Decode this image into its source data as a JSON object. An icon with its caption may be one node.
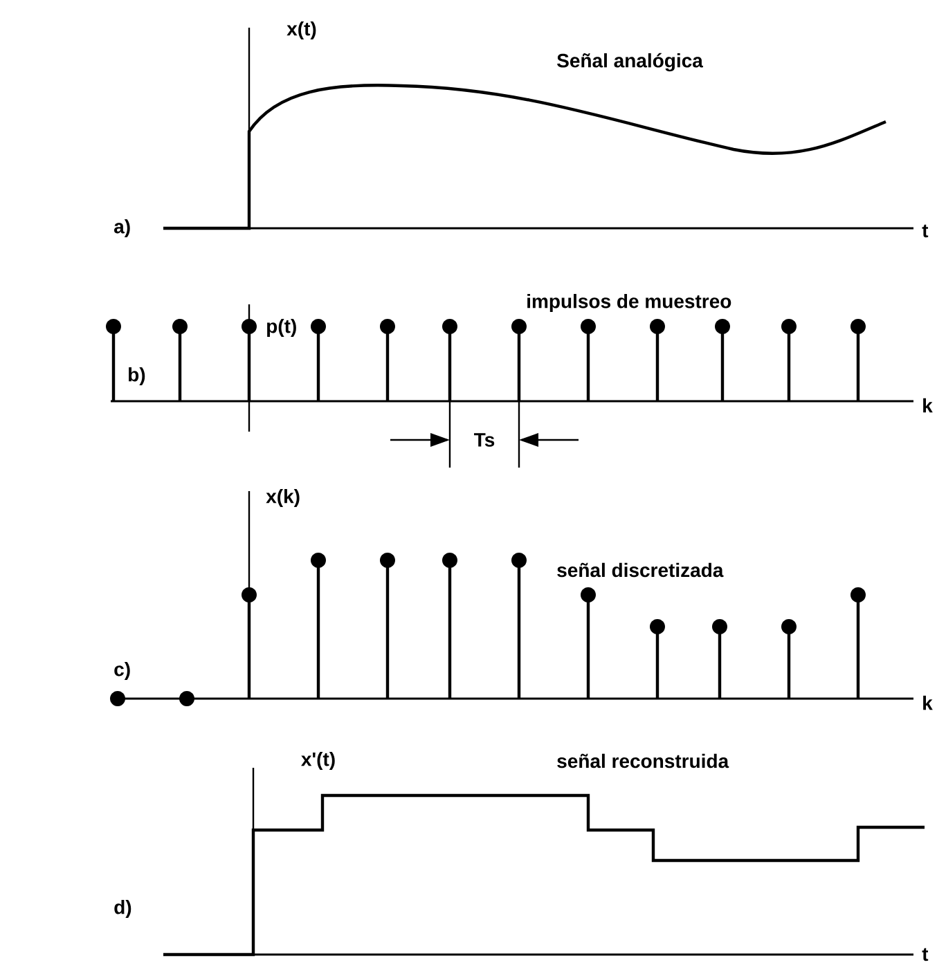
{
  "diagram": {
    "labels": [
      "x(t)",
      "Señal analógica",
      "a)",
      "t",
      "p(t)",
      "impulsos de muestreo",
      "b)",
      "k",
      "Ts",
      "x(k)",
      "señal discretizada",
      "c)",
      "k",
      "x'(t)",
      "señal reconstruida",
      "d)",
      "t"
    ]
  }
}
